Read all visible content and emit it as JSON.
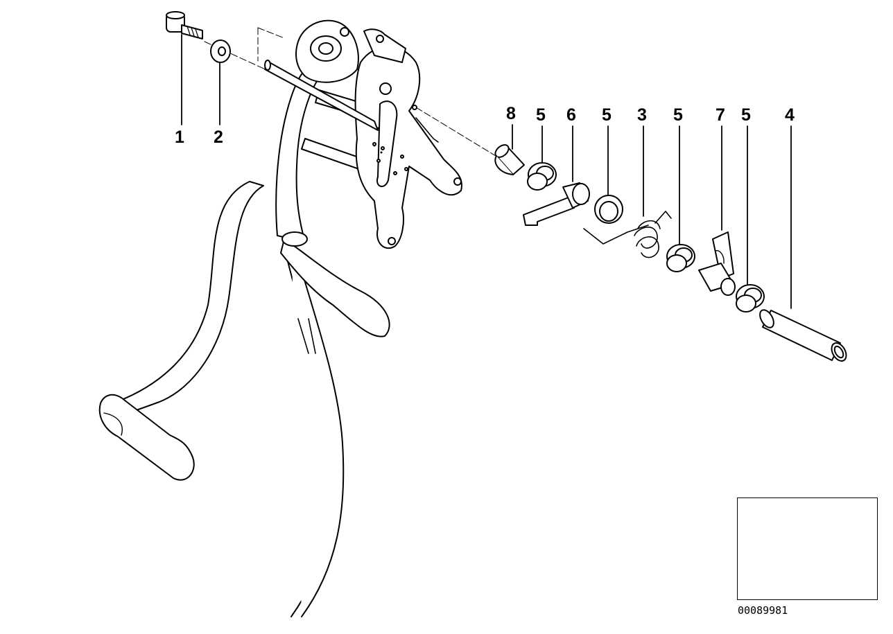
{
  "callouts": [
    {
      "id": "c1",
      "label": "1"
    },
    {
      "id": "c2",
      "label": "2"
    },
    {
      "id": "c8",
      "label": "8"
    },
    {
      "id": "c5a",
      "label": "5"
    },
    {
      "id": "c6",
      "label": "6"
    },
    {
      "id": "c5b",
      "label": "5"
    },
    {
      "id": "c3",
      "label": "3"
    },
    {
      "id": "c5c",
      "label": "5"
    },
    {
      "id": "c7",
      "label": "7"
    },
    {
      "id": "c5d",
      "label": "5"
    },
    {
      "id": "c4",
      "label": "4"
    }
  ],
  "document_number": "00089981",
  "colors": {
    "line": "#000000",
    "background": "#ffffff",
    "shade": "#e6e6e6"
  }
}
